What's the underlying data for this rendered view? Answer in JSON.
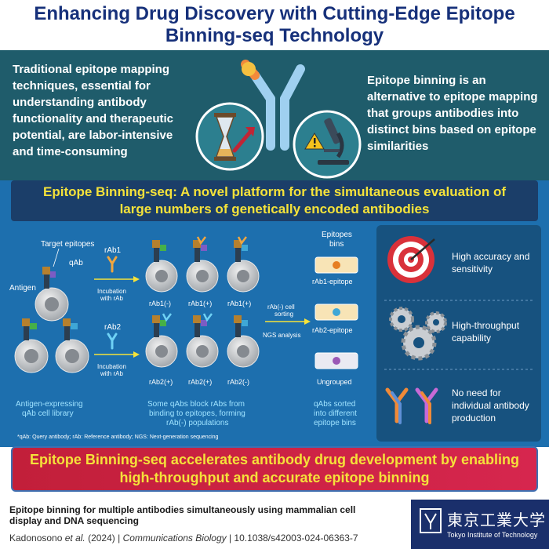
{
  "title": {
    "line1": "Enhancing Drug Discovery with Cutting-Edge Epitope",
    "line2": "Binning-seq Technology"
  },
  "intro": {
    "left": "Traditional epitope mapping techniques, essential for understanding antibody functionality and therapeutic potential, are labor-intensive and time-consuming",
    "right": "Epitope binning is an alternative to epitope mapping that groups antibodies into distinct bins based on epitope similarities"
  },
  "subtitle": "Epitope Binning-seq: A novel platform for the simultaneous evaluation of large numbers of genetically encoded antibodies",
  "diagram": {
    "target_epitopes": "Target epitopes",
    "qab": "qAb",
    "antigen": "Antigen",
    "rab1": "rAb1",
    "rab2": "rAb2",
    "incubation1": "Incubation",
    "incubation2": "with rAb",
    "row1_labels": [
      "rAb1(-)",
      "rAb1(+)",
      "rAb1(+)"
    ],
    "row2_labels": [
      "rAb2(+)",
      "rAb2(+)",
      "rAb2(-)"
    ],
    "sorting1": "rAb(-) cell",
    "sorting2": "sorting",
    "ngs": "NGS analysis",
    "epitopes_bins1": "Epitopes",
    "epitopes_bins2": "bins",
    "bin1": "rAb1-epitope",
    "bin2": "rAb2-epitope",
    "bin3": "Ungrouped",
    "caption_left": [
      "Antigen-expressing",
      "qAb cell library"
    ],
    "caption_mid": [
      "Some qAbs block rAbs from",
      "binding to epitopes, forming",
      "rAb(-) populations"
    ],
    "caption_right": [
      "qAbs sorted",
      "into different",
      "epitope bins"
    ]
  },
  "benefits": [
    {
      "text": [
        "High accuracy and",
        "sensitivity"
      ],
      "icon": "target-icon"
    },
    {
      "text": [
        "High-throughput",
        "capability"
      ],
      "icon": "gears-icon"
    },
    {
      "text": [
        "No need for",
        "individual antibody",
        "production"
      ],
      "icon": "antibody-icon"
    }
  ],
  "footnote": "*qAb: Query antibody; rAb: Reference antibody; NGS: Next-generation sequencing",
  "cta": "Epitope Binning-seq accelerates antibody drug development by enabling high-throughput and accurate epitope binning",
  "footer": {
    "title": "Epitope binning for multiple antibodies simultaneously using mammalian cell display and DNA sequencing",
    "cite_authors": "Kadonosono ",
    "cite_etal": "et al.",
    "cite_rest": " (2024) | ",
    "cite_journal": "Communications Biology",
    "cite_doi": " | 10.1038/s42003-024-06363-7"
  },
  "logo": {
    "main": "東京工業大学",
    "sub": "Tokyo Institute of Technology"
  },
  "colors": {
    "navy": "#16307a",
    "teal": "#1f5c6b",
    "blue": "#1d6fae",
    "yellow": "#f5e23a",
    "red": "#c21f3a"
  }
}
